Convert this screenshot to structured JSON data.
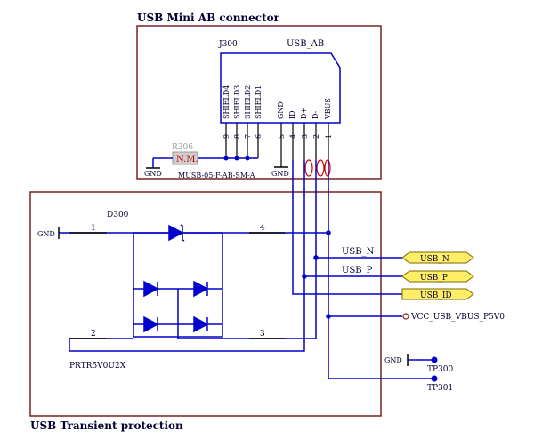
{
  "frames": {
    "top_title": "USB Mini AB connector",
    "bottom_title": "USB Transient protection"
  },
  "connector": {
    "ref": "J300",
    "name": "USB_AB",
    "part": "MUSB-05-F-AB-SM-A",
    "pins": [
      {
        "name": "SHIELD4",
        "num": "9"
      },
      {
        "name": "SHIELD3",
        "num": "8"
      },
      {
        "name": "SHIELD2",
        "num": "7"
      },
      {
        "name": "SHIELD1",
        "num": "6"
      },
      {
        "name": "GND",
        "num": "5"
      },
      {
        "name": "ID",
        "num": "4"
      },
      {
        "name": "D+",
        "num": "3"
      },
      {
        "name": "D-",
        "num": "2"
      },
      {
        "name": "VBUS",
        "num": "1"
      }
    ]
  },
  "resistor": {
    "ref": "R306",
    "value": "N.M."
  },
  "gnd_labels": {
    "top_left": "GND",
    "top_mid": "GND",
    "left": "GND",
    "right": "GND"
  },
  "tvs": {
    "ref": "D300",
    "part": "PRTR5V0U2X",
    "pins": {
      "p1": "1",
      "p2": "2",
      "p3": "3",
      "p4": "4"
    }
  },
  "nets": {
    "usb_n": "USB_N",
    "usb_p": "USB_P",
    "flag_usb_n": "USB_N",
    "flag_usb_p": "USB_P",
    "flag_usb_id": "USB_ID",
    "vcc": "VCC_USB_VBUS_P5V0"
  },
  "testpoints": {
    "tp1": "TP300",
    "tp2": "TP301"
  },
  "colors": {
    "frame": "#7a2020",
    "wire": "#0000cc",
    "pin": "#000000",
    "flag_fill": "#ffee66",
    "flag_stroke": "#7a6a00",
    "resistor_fill": "#cfcfcf",
    "red": "#cc0000"
  }
}
